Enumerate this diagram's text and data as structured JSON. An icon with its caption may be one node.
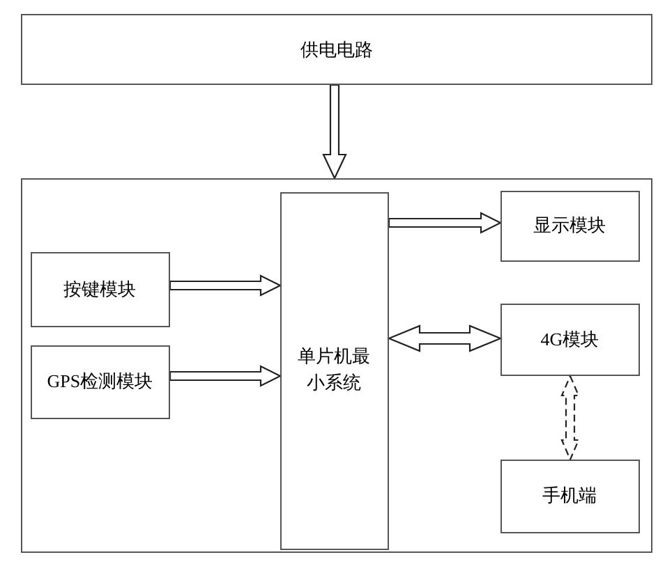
{
  "diagram": {
    "nodes": [
      {
        "text": [
          "供电电路"
        ]
      },
      {
        "text": [],
        "shape": "box"
      },
      {
        "text": [
          "单片机最小系统"
        ],
        "in": 1
      },
      {
        "text": [
          "显示模块"
        ],
        "in": 1
      },
      {
        "text": [
          "按键模块"
        ],
        "in": 1
      },
      {
        "text": [
          "4G模块"
        ],
        "in": 1
      },
      {
        "text": [
          "GPS检测模块"
        ],
        "in": 1
      },
      {
        "text": [
          "手机端"
        ],
        "in": 1
      }
    ],
    "edges": [
      {
        "from": 0,
        "to": 1,
        "arrow": "to"
      },
      {
        "from": 2,
        "to": 3,
        "arrow": "to"
      },
      {
        "from": 4,
        "to": 2,
        "arrow": "to"
      },
      {
        "from": 6,
        "to": 2,
        "arrow": "to"
      },
      {
        "from": 2,
        "to": 5,
        "arrow": "both"
      },
      {
        "from": 5,
        "to": 7,
        "arrow": "both",
        "style": "dashed"
      }
    ]
  }
}
